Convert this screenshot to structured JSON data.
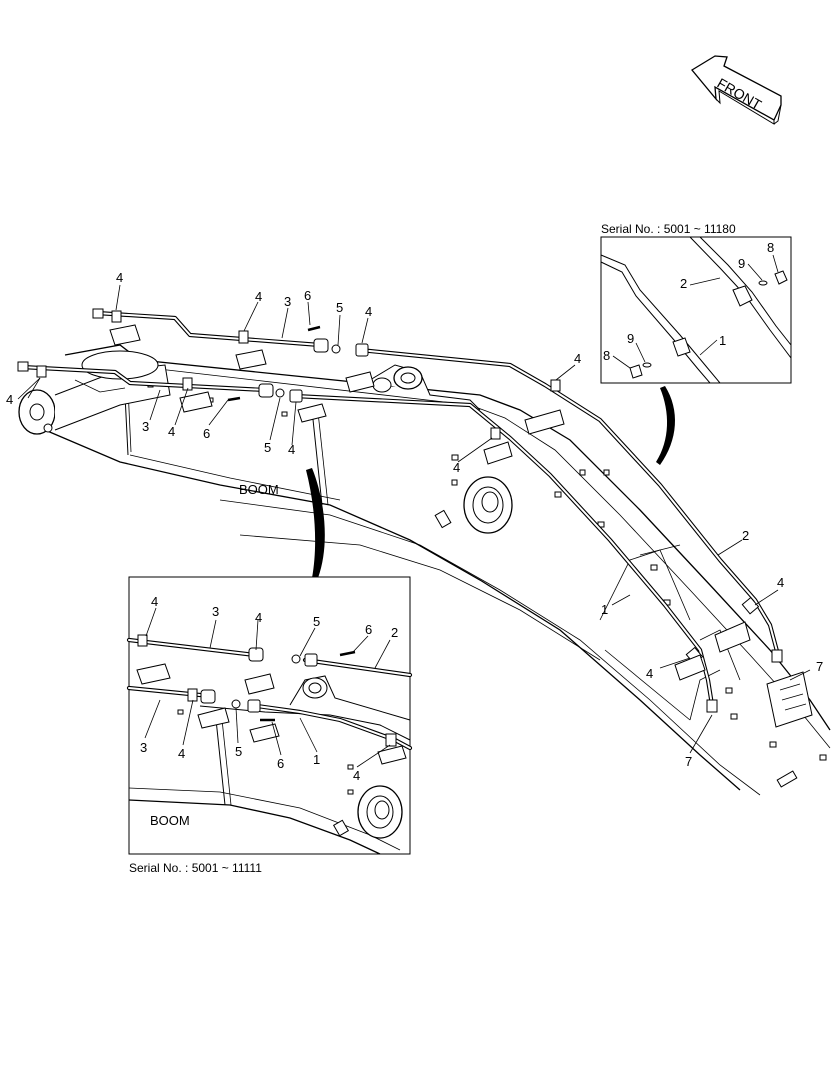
{
  "labels": {
    "front": "FRONT",
    "boom_main": "BOOM",
    "boom_inset": "BOOM",
    "serial_top": "Serial No. : 5001 ~ 11180",
    "serial_bottom": "Serial No. : 5001 ~ 11111"
  },
  "callouts": {
    "main": [
      "4",
      "4",
      "3",
      "6",
      "5",
      "4",
      "4",
      "3",
      "4",
      "6",
      "5",
      "4",
      "4",
      "4",
      "2",
      "1",
      "4",
      "4",
      "7",
      "7"
    ],
    "top_inset": [
      "8",
      "9",
      "2",
      "9",
      "8",
      "1"
    ],
    "bottom_inset": [
      "4",
      "3",
      "4",
      "5",
      "6",
      "2",
      "3",
      "4",
      "5",
      "6",
      "1",
      "4"
    ]
  }
}
